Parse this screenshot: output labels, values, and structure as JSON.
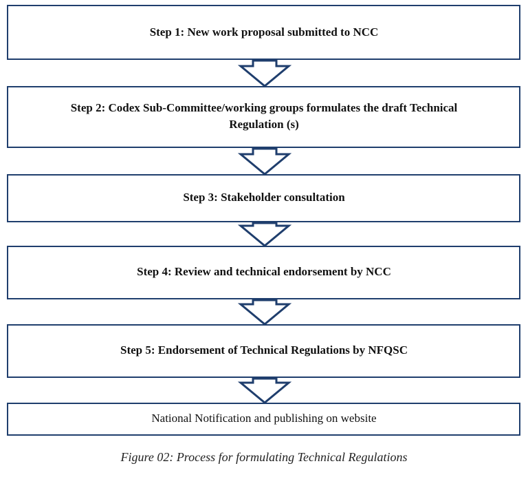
{
  "diagram": {
    "steps": [
      {
        "lines": [
          "Step 1: New work proposal submitted to NCC"
        ]
      },
      {
        "lines": [
          "Step 2: Codex Sub-Committee/working groups formulates the draft Technical",
          "Regulation (s)"
        ]
      },
      {
        "lines": [
          "Step 3: Stakeholder consultation"
        ]
      },
      {
        "lines": [
          "Step 4: Review and technical endorsement by NCC"
        ]
      },
      {
        "lines": [
          "Step 5: Endorsement of Technical Regulations by NFQSC"
        ]
      },
      {
        "lines": [
          "National Notification and publishing on website"
        ]
      }
    ],
    "caption": "Figure 02: Process for formulating Technical Regulations",
    "colors": {
      "border": "#1f3e6d",
      "fill": "#ffffff",
      "text": "#111111"
    }
  }
}
